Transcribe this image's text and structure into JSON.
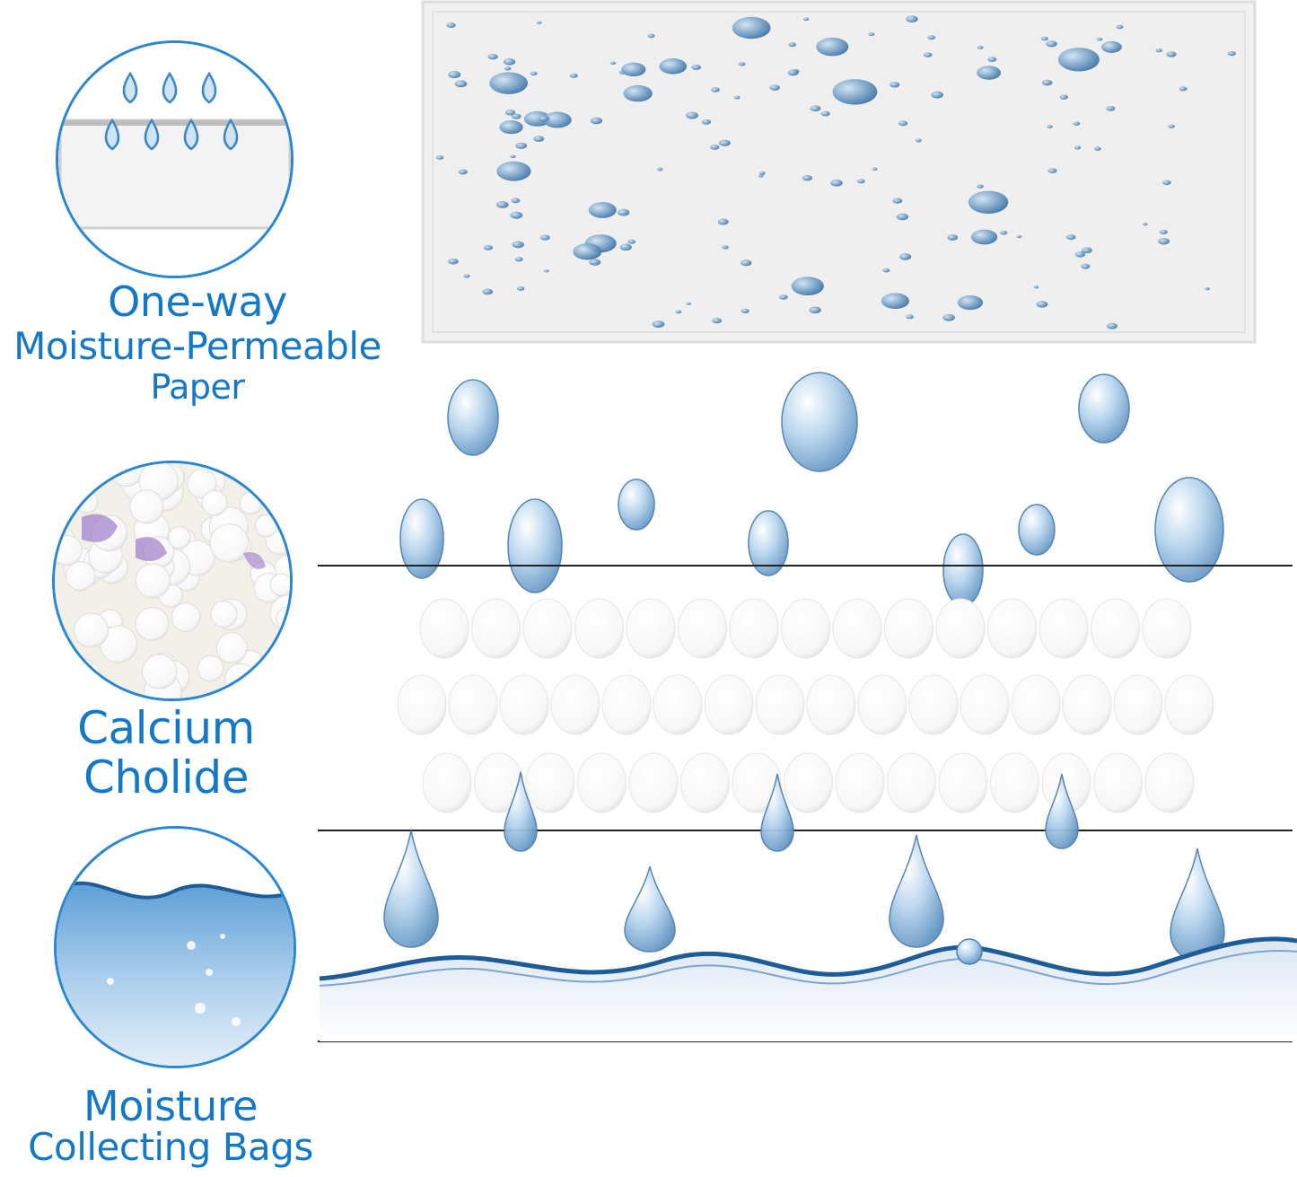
{
  "labels": {
    "paper": {
      "line1": "One-way",
      "line2": "Moisture-Permeable",
      "line3": "Paper"
    },
    "calcium": {
      "line1": "Calcium",
      "line2": "Cholide"
    },
    "bags": {
      "line1": "Moisture",
      "line2": "Collecting Bags"
    }
  },
  "colors": {
    "accent": "#1478c8",
    "circle_border": "#2a86d3",
    "water": "#2f6fa8",
    "bead": "#ffffff",
    "layer_line": "#222222"
  },
  "icons": [
    "water-drops-icon",
    "calcium-beads-icon",
    "water-wave-icon"
  ]
}
